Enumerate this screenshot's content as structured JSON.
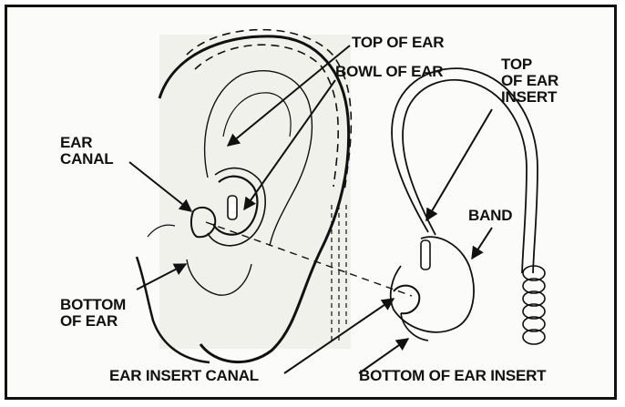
{
  "labels": {
    "top_of_ear": "TOP OF EAR",
    "bowl_of_ear": "BOWL OF EAR",
    "top_of_ear_insert": [
      "TOP",
      "OF EAR",
      "INSERT"
    ],
    "ear_canal": [
      "EAR",
      "CANAL"
    ],
    "band": "BAND",
    "bottom_of_ear": [
      "BOTTOM",
      "OF EAR"
    ],
    "ear_insert_canal": "EAR INSERT CANAL",
    "bottom_of_ear_insert": "BOTTOM OF EAR INSERT"
  },
  "colors": {
    "ink": "#111111",
    "background": "#fbfbf9"
  }
}
